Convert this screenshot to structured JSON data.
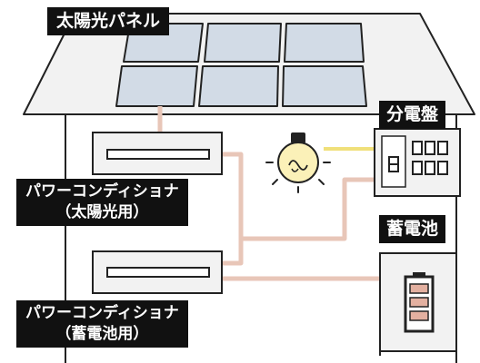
{
  "labels": {
    "solar_panel": "太陽光パネル",
    "distribution_board": "分電盤",
    "storage_battery": "蓄電池",
    "pcs_solar_line1": "パワーコンディショナ",
    "pcs_solar_line2": "（太陽光用）",
    "pcs_battery_line1": "パワーコンディショナ",
    "pcs_battery_line2": "（蓄電池用）"
  },
  "colors": {
    "outline": "#222222",
    "roof_fill": "#f2f2f2",
    "panel_fill": "#d2dbe6",
    "wiring": "#e8c6b8",
    "light_line": "#f0e07a",
    "bulb_fill": "#fbf1b8",
    "battery_cell": "#e3b0a0",
    "label_bg": "#111111",
    "label_text": "#ffffff"
  },
  "icons": {
    "bulb": "light-bulb-icon",
    "battery": "battery-level-icon"
  }
}
